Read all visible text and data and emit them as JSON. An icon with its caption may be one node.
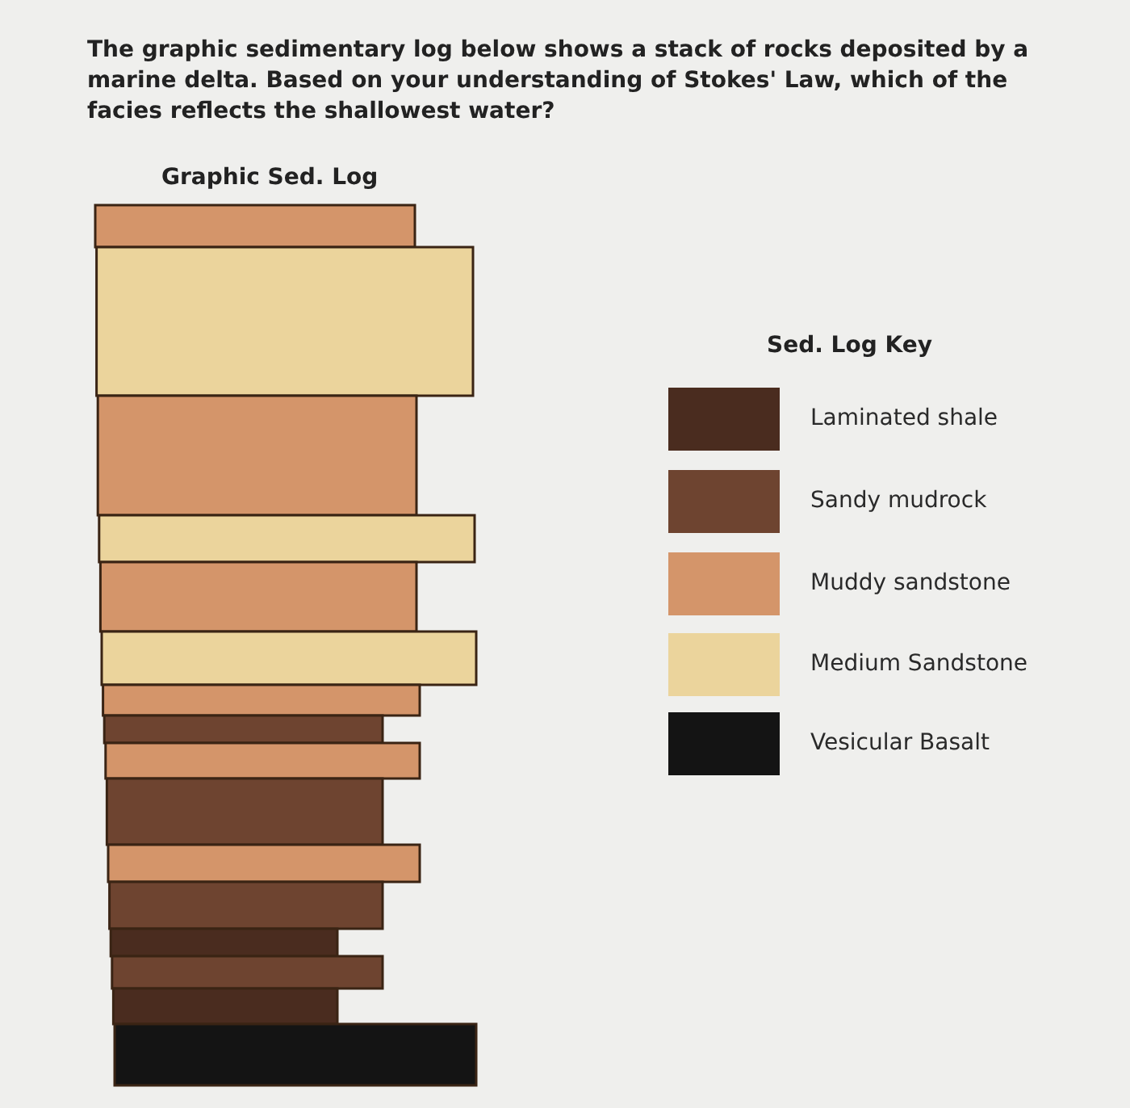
{
  "diagram": {
    "title": "The graphic sedimentary log below shows a stack of rocks deposited by a marine delta. Based on your understanding of Stokes' Law, which of the facies reflects the shallowest water?",
    "labels": [
      "Graphic Sed. Log",
      "Sed. Log Key"
    ],
    "legend": [
      {
        "text": "Laminated shale",
        "color": "#4a2c1f"
      },
      {
        "text": "Sandy mudrock",
        "color": "#6e4430"
      },
      {
        "text": "Muddy sandstone",
        "color": "#d4956a"
      },
      {
        "text": "Medium Sandstone",
        "color": "#ebd49c"
      },
      {
        "text": "Vesicular Basalt",
        "color": "#141414"
      }
    ]
  }
}
